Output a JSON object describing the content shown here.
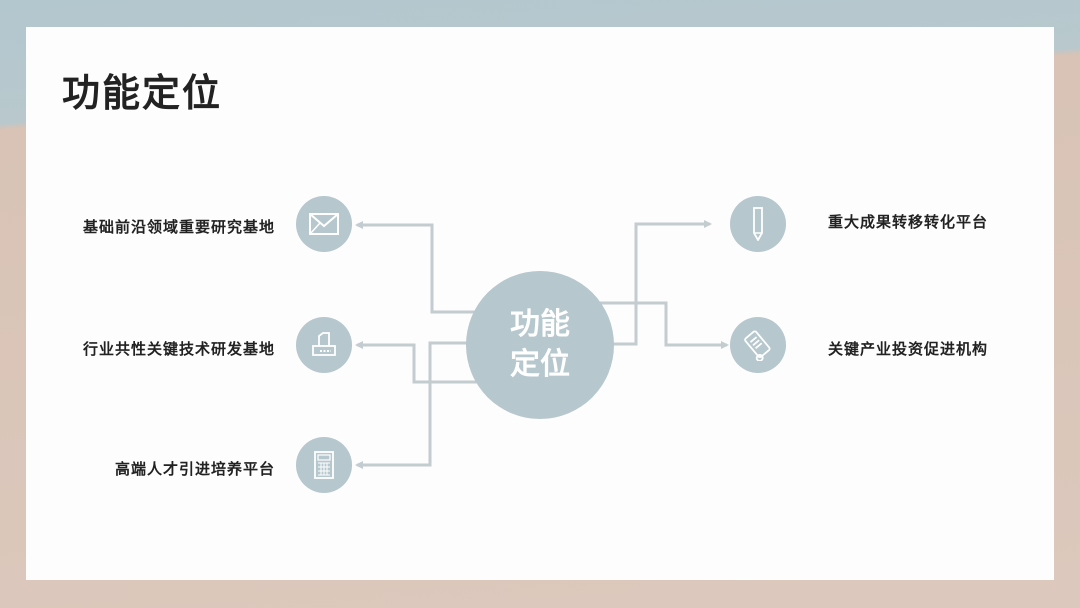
{
  "title": "功能定位",
  "hub": {
    "label": "功能定位"
  },
  "left_items": [
    {
      "label": "基础前沿领域重要研究基地",
      "icon": "envelope-icon"
    },
    {
      "label": "行业共性关键技术研发基地",
      "icon": "printer-icon"
    },
    {
      "label": "高端人才引进培养平台",
      "icon": "calculator-icon"
    }
  ],
  "right_items": [
    {
      "label": "重大成果转移转化平台",
      "icon": "pencil-icon"
    },
    {
      "label": "关键产业投资促进机构",
      "icon": "scroll-icon"
    }
  ],
  "colors": {
    "accent": "#b6c7cd",
    "line": "#c3ccce"
  }
}
